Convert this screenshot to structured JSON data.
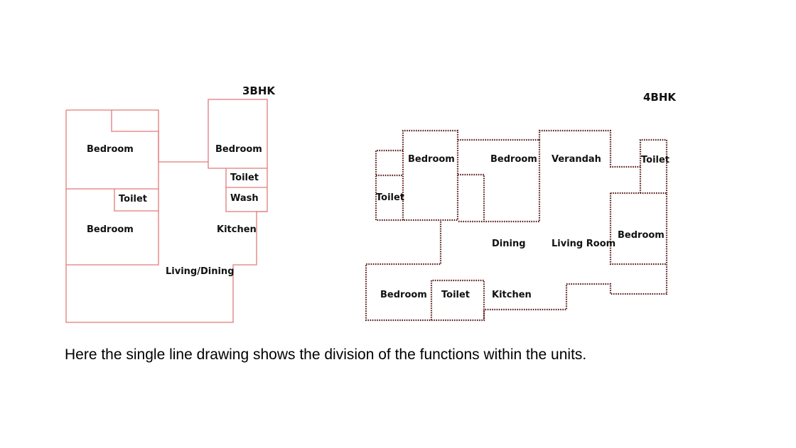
{
  "colors": {
    "plan_3bhk_line": "#e07b7b",
    "plan_4bhk_line": "#5a1a1a",
    "text": "#111111"
  },
  "plan_3bhk": {
    "title": "3BHK",
    "rooms": {
      "bedroom_top_left": "Bedroom",
      "bedroom_bottom_left": "Bedroom",
      "bedroom_top_right": "Bedroom",
      "toilet_left": "Toilet",
      "toilet_right": "Toilet",
      "wash": "Wash",
      "kitchen": "Kitchen",
      "living_dining": "Living/Dining"
    }
  },
  "plan_4bhk": {
    "title": "4BHK",
    "rooms": {
      "bedroom_1": "Bedroom",
      "bedroom_2": "Bedroom",
      "bedroom_3": "Bedroom",
      "bedroom_4": "Bedroom",
      "toilet_left": "Toilet",
      "toilet_top_right": "Toilet",
      "toilet_bottom": "Toilet",
      "verandah": "Verandah",
      "dining": "Dining",
      "living_room": "Living Room",
      "kitchen": "Kitchen"
    }
  },
  "caption": "Here the single line drawing shows the division of the functions within the units."
}
